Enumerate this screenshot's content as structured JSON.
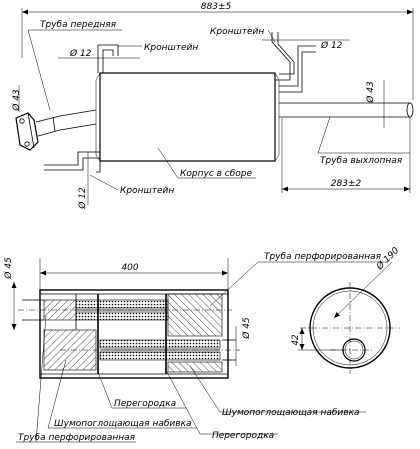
{
  "top_view": {
    "overall_length": "883±5",
    "outlet_length": "283±2",
    "inlet_diameter": "Ø 43",
    "outlet_diameter": "Ø 43",
    "bracket_rod_top_left": "Ø 12",
    "bracket_rod_top_right": "Ø 12",
    "bracket_rod_bottom": "Ø 12",
    "labels": {
      "front_pipe": "Труба передняя",
      "bracket_top_left": "Кронштейн",
      "bracket_top_right": "Кронштейн",
      "bracket_bottom": "Кронштейн",
      "housing": "Корпус в сборе",
      "exhaust_pipe": "Труба выхлопная"
    }
  },
  "section_view": {
    "length": "400",
    "pipe_diameter_left": "Ø 45",
    "pipe_diameter_right": "Ø 45",
    "labels": {
      "perforated_pipe_top": "Труба перфорированная",
      "partition_1": "Перегородка",
      "sound_absorbing_1": "Шумопоглощающая набивка",
      "sound_absorbing_2": "Шумопоглощающая набивка",
      "partition_2": "Перегородка",
      "perforated_pipe_bottom": "Труба перфорированная"
    }
  },
  "end_view": {
    "body_diameter": "Ø 190",
    "offset": "42"
  }
}
